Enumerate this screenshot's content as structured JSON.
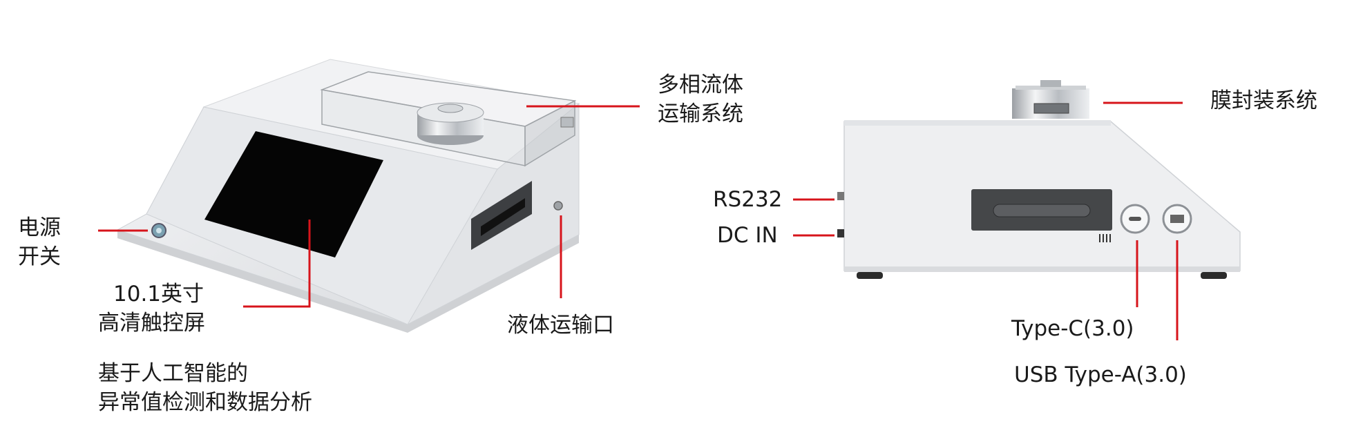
{
  "colors": {
    "leader": "#d7141b",
    "body": "#e9eaec",
    "screen": "#050505"
  },
  "front_view": {
    "power_switch": {
      "line1": "电源",
      "line2": "开关"
    },
    "touch_screen": {
      "line1": "10.1英寸",
      "line2": "高清触控屏"
    },
    "ai_feature": {
      "line1": "基于人工智能的",
      "line2": "异常值检测和数据分析"
    },
    "multiphase_system": {
      "line1": "多相流体",
      "line2": "运输系统"
    },
    "liquid_port": {
      "label": "液体运输口"
    }
  },
  "side_view": {
    "membrane_system": {
      "label": "膜封装系统"
    },
    "rs232": {
      "label": "RS232"
    },
    "dc_in": {
      "label": "DC IN"
    },
    "type_c": {
      "label": "Type-C(3.0)"
    },
    "usb_a": {
      "label": "USB Type-A(3.0)"
    }
  }
}
